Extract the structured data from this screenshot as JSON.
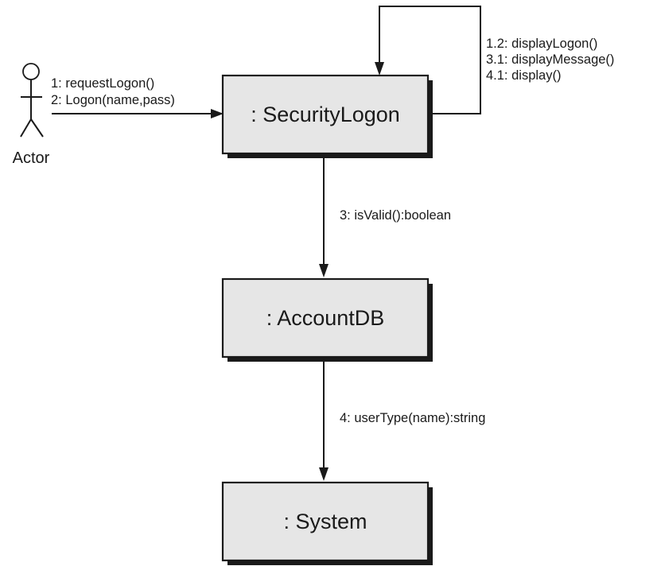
{
  "diagram": {
    "type": "uml-communication-diagram",
    "actor": {
      "label": "Actor"
    },
    "objects": {
      "security_logon": ": SecurityLogon",
      "account_db": ": AccountDB",
      "system": ": System"
    },
    "messages": {
      "actor_to_security": [
        "1: requestLogon()",
        "2: Logon(name,pass)"
      ],
      "security_self": [
        "1.2: displayLogon()",
        "3.1: displayMessage()",
        "4.1: display()"
      ],
      "security_to_account": "3: isValid():boolean",
      "account_to_system": "4: userType(name):string"
    },
    "colors": {
      "box_fill": "#e6e6e6",
      "stroke": "#1a1a1a"
    }
  }
}
